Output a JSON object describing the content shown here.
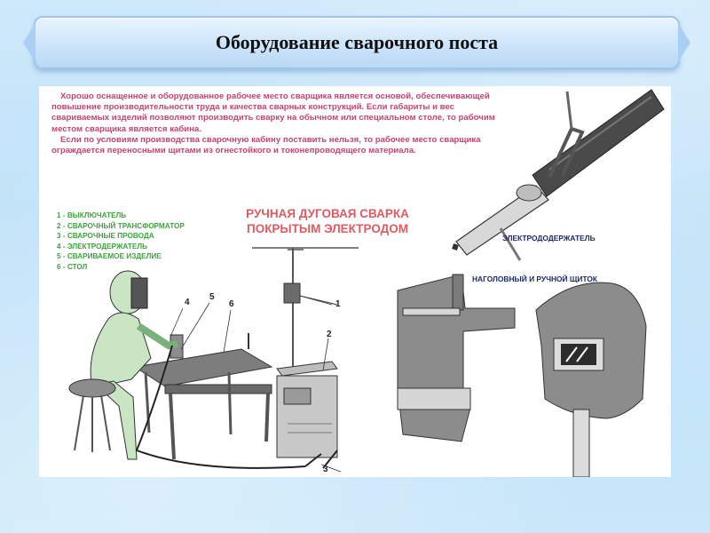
{
  "slide": {
    "title": "Оборудование сварочного поста"
  },
  "poster": {
    "intro_paragraphs": [
      "Хорошо оснащенное и оборудованное рабочее место сварщика является основой, обеспечивающей повышение производительности труда и качества сварных конструкций. Если габариты и вес свариваемых изделий позволяют производить сварку на обычном или специальном столе, то рабочим местом сварщика является кабина.",
      "Если по условиям производства сварочную кабину поставить нельзя, то рабочее место сварщика ограждается переносными щитами из огнестойкого и токонепроводящего материала."
    ],
    "legend": [
      "1 - ВЫКЛЮЧАТЕЛЬ",
      "2 - СВАРОЧНЫЙ ТРАНСФОРМАТОР",
      "3 - СВАРОЧНЫЕ ПРОВОДА",
      "4 - ЭЛЕКТРОДЕРЖАТЕЛЬ",
      "5 - СВАРИВАЕМОЕ ИЗДЕЛИЕ",
      "6 - СТОЛ"
    ],
    "heading_line1": "РУЧНАЯ ДУГОВАЯ СВАРКА",
    "heading_line2": "ПОКРЫТЫМ ЭЛЕКТРОДОМ",
    "label_holder": "ЭЛЕКТРОДОДЕРЖАТЕЛЬ",
    "label_shield": "НАГОЛОВНЫЙ И РУЧНОЙ ЩИТОК",
    "callouts": {
      "n1": "1",
      "n2": "2",
      "n3": "3",
      "n4": "4",
      "n5": "5",
      "n6": "6"
    }
  },
  "colors": {
    "intro_text": "#c9436f",
    "legend_text": "#3aa63a",
    "heading_text": "#e05a62",
    "label_text": "#1d2a66",
    "metal_gray": "#8c8c8c",
    "worker_green": "#c9e5c4"
  }
}
